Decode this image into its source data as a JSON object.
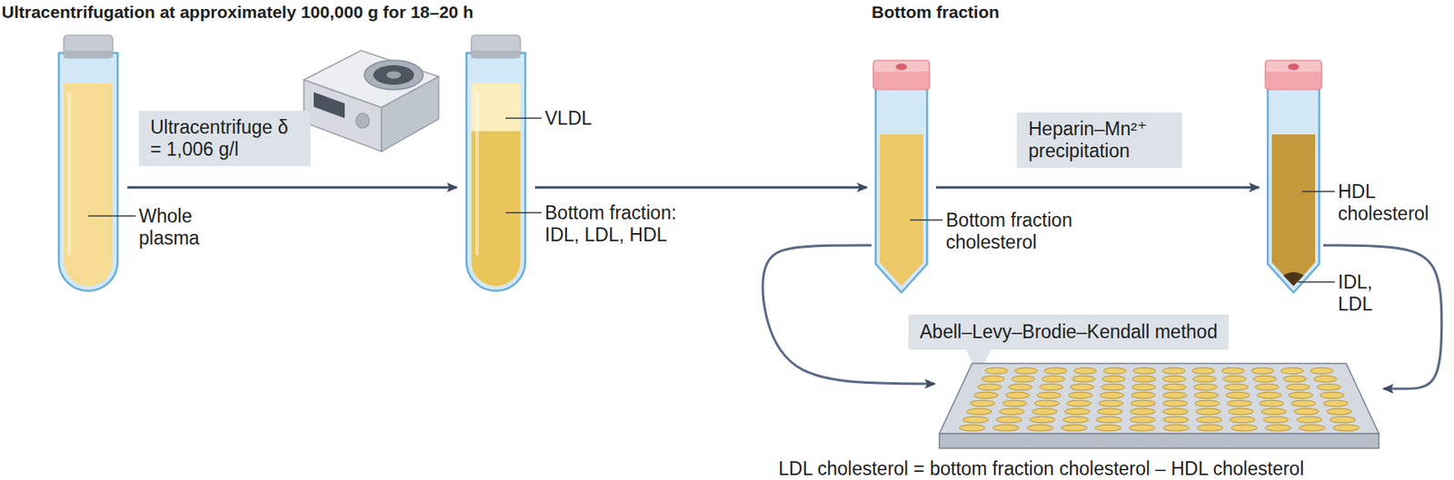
{
  "diagram": {
    "nodes": [
      {
        "text": [
          "Whole plasma"
        ]
      },
      {
        "text": [
          "VLDL",
          "Bottom fraction: IDL, LDL, HDL"
        ]
      },
      {
        "text": [
          "Bottom fraction cholesterol"
        ]
      },
      {
        "text": [
          "HDL cholesterol",
          "IDL, LDL"
        ]
      },
      {
        "text": [
          "Abell–Levy–Brodie–Kendall method",
          "LDL cholesterol = bottom fraction cholesterol – HDL cholesterol"
        ]
      }
    ],
    "edges": [
      {
        "from": 0,
        "to": 1,
        "arrow": "to",
        "label": "Ultracentrifuge δ = 1,006 g/l"
      },
      {
        "from": 1,
        "to": 2,
        "arrow": "to"
      },
      {
        "from": 2,
        "to": 3,
        "arrow": "to",
        "label": "Heparin–Mn²⁺ precipitation"
      },
      {
        "from": 2,
        "to": 4,
        "arrow": "to"
      },
      {
        "from": 3,
        "to": 4,
        "arrow": "to"
      }
    ],
    "labels": [
      "Ultracentrifugation at approximately 100,000 g for 18–20 h",
      "Bottom fraction"
    ]
  }
}
